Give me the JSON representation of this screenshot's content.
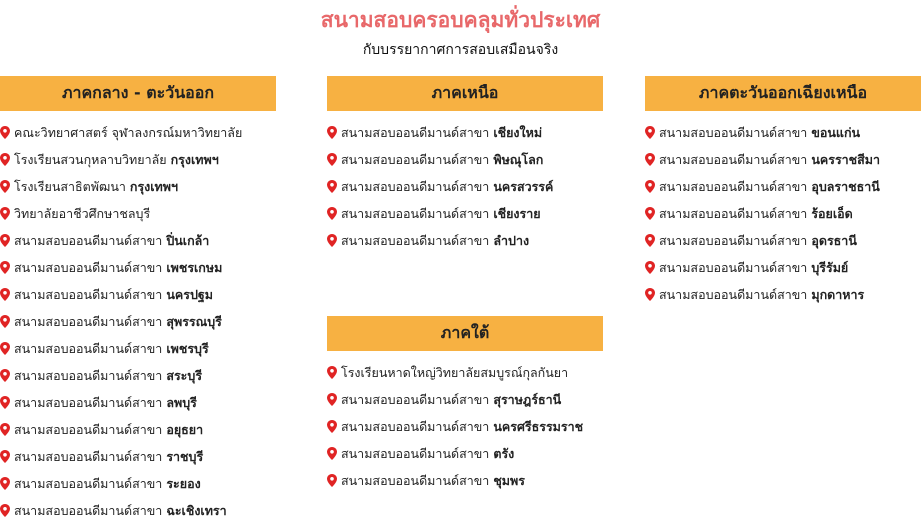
{
  "header": {
    "title": "สนามสอบครอบคลุมทั่วประเทศ",
    "subtitle": "กับบรรยากาศการสอบเสมือนจริง"
  },
  "colors": {
    "accent_title": "#e8686a",
    "header_bar": "#f7b142",
    "pin": "#e02424"
  },
  "regions": {
    "central": {
      "name": "ภาคกลาง - ตะวันออก",
      "items": [
        {
          "prefix": "คณะวิทยาศาสตร์ จุฬาลงกรณ์มหาวิทยาลัย",
          "city": ""
        },
        {
          "prefix": "โรงเรียนสวนกุหลาบวิทยาลัย",
          "city": "กรุงเทพฯ"
        },
        {
          "prefix": "โรงเรียนสาธิตพัฒนา",
          "city": "กรุงเทพฯ"
        },
        {
          "prefix": "วิทยาลัยอาชีวศึกษาชลบุรี",
          "city": ""
        },
        {
          "prefix": "สนามสอบออนดีมานด์สาขา",
          "city": "ปิ่นเกล้า"
        },
        {
          "prefix": "สนามสอบออนดีมานด์สาขา",
          "city": "เพชรเกษม"
        },
        {
          "prefix": "สนามสอบออนดีมานด์สาขา",
          "city": "นครปฐม"
        },
        {
          "prefix": "สนามสอบออนดีมานด์สาขา",
          "city": "สุพรรณบุรี"
        },
        {
          "prefix": "สนามสอบออนดีมานด์สาขา",
          "city": "เพชรบุรี"
        },
        {
          "prefix": "สนามสอบออนดีมานด์สาขา",
          "city": "สระบุรี"
        },
        {
          "prefix": "สนามสอบออนดีมานด์สาขา",
          "city": "ลพบุรี"
        },
        {
          "prefix": "สนามสอบออนดีมานด์สาขา",
          "city": "อยุธยา"
        },
        {
          "prefix": "สนามสอบออนดีมานด์สาขา",
          "city": "ราชบุรี"
        },
        {
          "prefix": "สนามสอบออนดีมานด์สาขา",
          "city": "ระยอง"
        },
        {
          "prefix": "สนามสอบออนดีมานด์สาขา",
          "city": "ฉะเชิงเทรา"
        }
      ]
    },
    "north": {
      "name": "ภาคเหนือ",
      "items": [
        {
          "prefix": "สนามสอบออนดีมานด์สาขา",
          "city": "เชียงใหม่"
        },
        {
          "prefix": "สนามสอบออนดีมานด์สาขา",
          "city": "พิษณุโลก"
        },
        {
          "prefix": "สนามสอบออนดีมานด์สาขา",
          "city": "นครสวรรค์"
        },
        {
          "prefix": "สนามสอบออนดีมานด์สาขา",
          "city": "เชียงราย"
        },
        {
          "prefix": "สนามสอบออนดีมานด์สาขา",
          "city": "ลำปาง"
        }
      ]
    },
    "south": {
      "name": "ภาคใต้",
      "items": [
        {
          "prefix": "โรงเรียนหาดใหญ่วิทยาลัยสมบูรณ์กุลกันยา",
          "city": ""
        },
        {
          "prefix": "สนามสอบออนดีมานด์สาขา",
          "city": "สุราษฎร์ธานี"
        },
        {
          "prefix": "สนามสอบออนดีมานด์สาขา",
          "city": "นครศรีธรรมราช"
        },
        {
          "prefix": "สนามสอบออนดีมานด์สาขา",
          "city": "ตรัง"
        },
        {
          "prefix": "สนามสอบออนดีมานด์สาขา",
          "city": "ชุมพร"
        }
      ]
    },
    "northeast": {
      "name": "ภาคตะวันออกเฉียงเหนือ",
      "items": [
        {
          "prefix": "สนามสอบออนดีมานด์สาขา",
          "city": "ขอนแก่น"
        },
        {
          "prefix": "สนามสอบออนดีมานด์สาขา",
          "city": "นครราชสีมา"
        },
        {
          "prefix": "สนามสอบออนดีมานด์สาขา",
          "city": "อุบลราชธานี"
        },
        {
          "prefix": "สนามสอบออนดีมานด์สาขา",
          "city": "ร้อยเอ็ด"
        },
        {
          "prefix": "สนามสอบออนดีมานด์สาขา",
          "city": "อุดรธานี"
        },
        {
          "prefix": "สนามสอบออนดีมานด์สาขา",
          "city": "บุรีรัมย์"
        },
        {
          "prefix": "สนามสอบออนดีมานด์สาขา",
          "city": "มุกดาหาร"
        }
      ]
    }
  }
}
